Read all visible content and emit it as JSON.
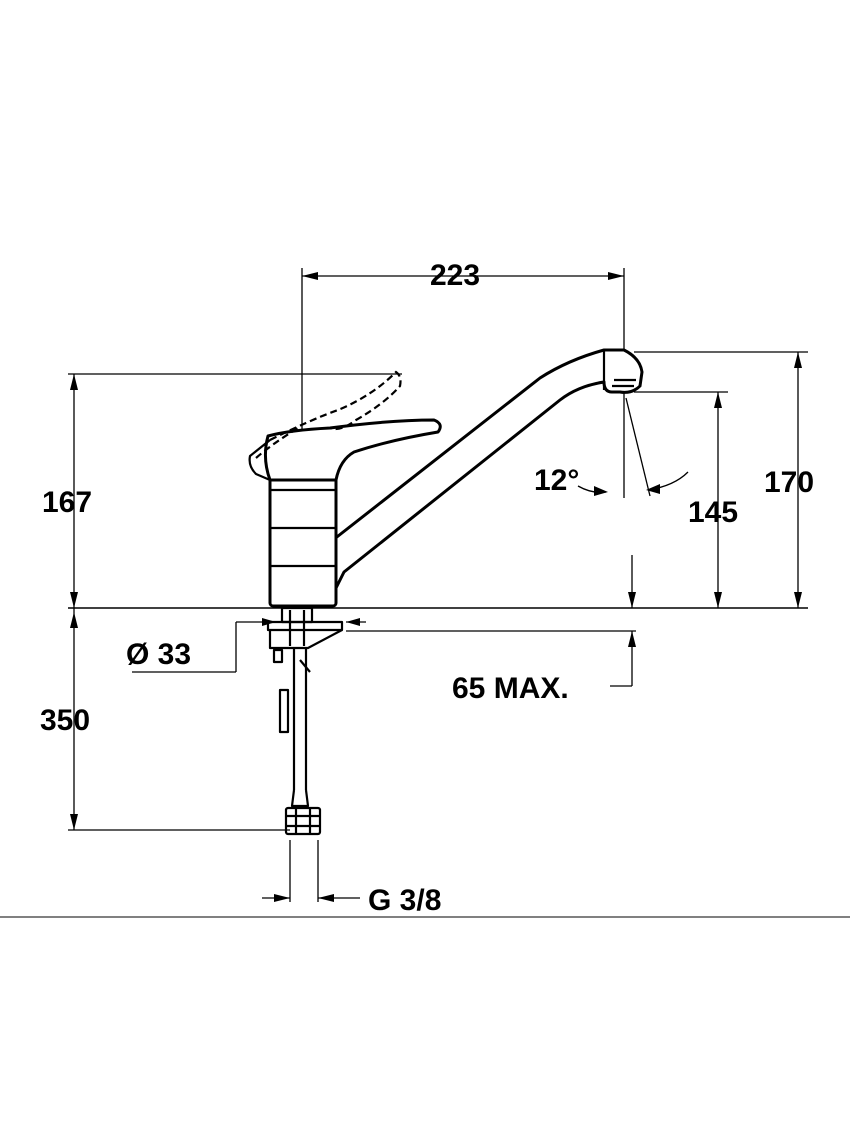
{
  "dimensions": {
    "spout_reach": "223",
    "lever_height": "167",
    "spout_height": "170",
    "outlet_height": "145",
    "spout_angle": "12°",
    "base_diameter": "Ø 33",
    "deck_thickness": "65 MAX.",
    "hose_length": "350",
    "connection_thread": "G 3/8"
  },
  "colors": {
    "line": "#000000",
    "background": "#ffffff"
  }
}
